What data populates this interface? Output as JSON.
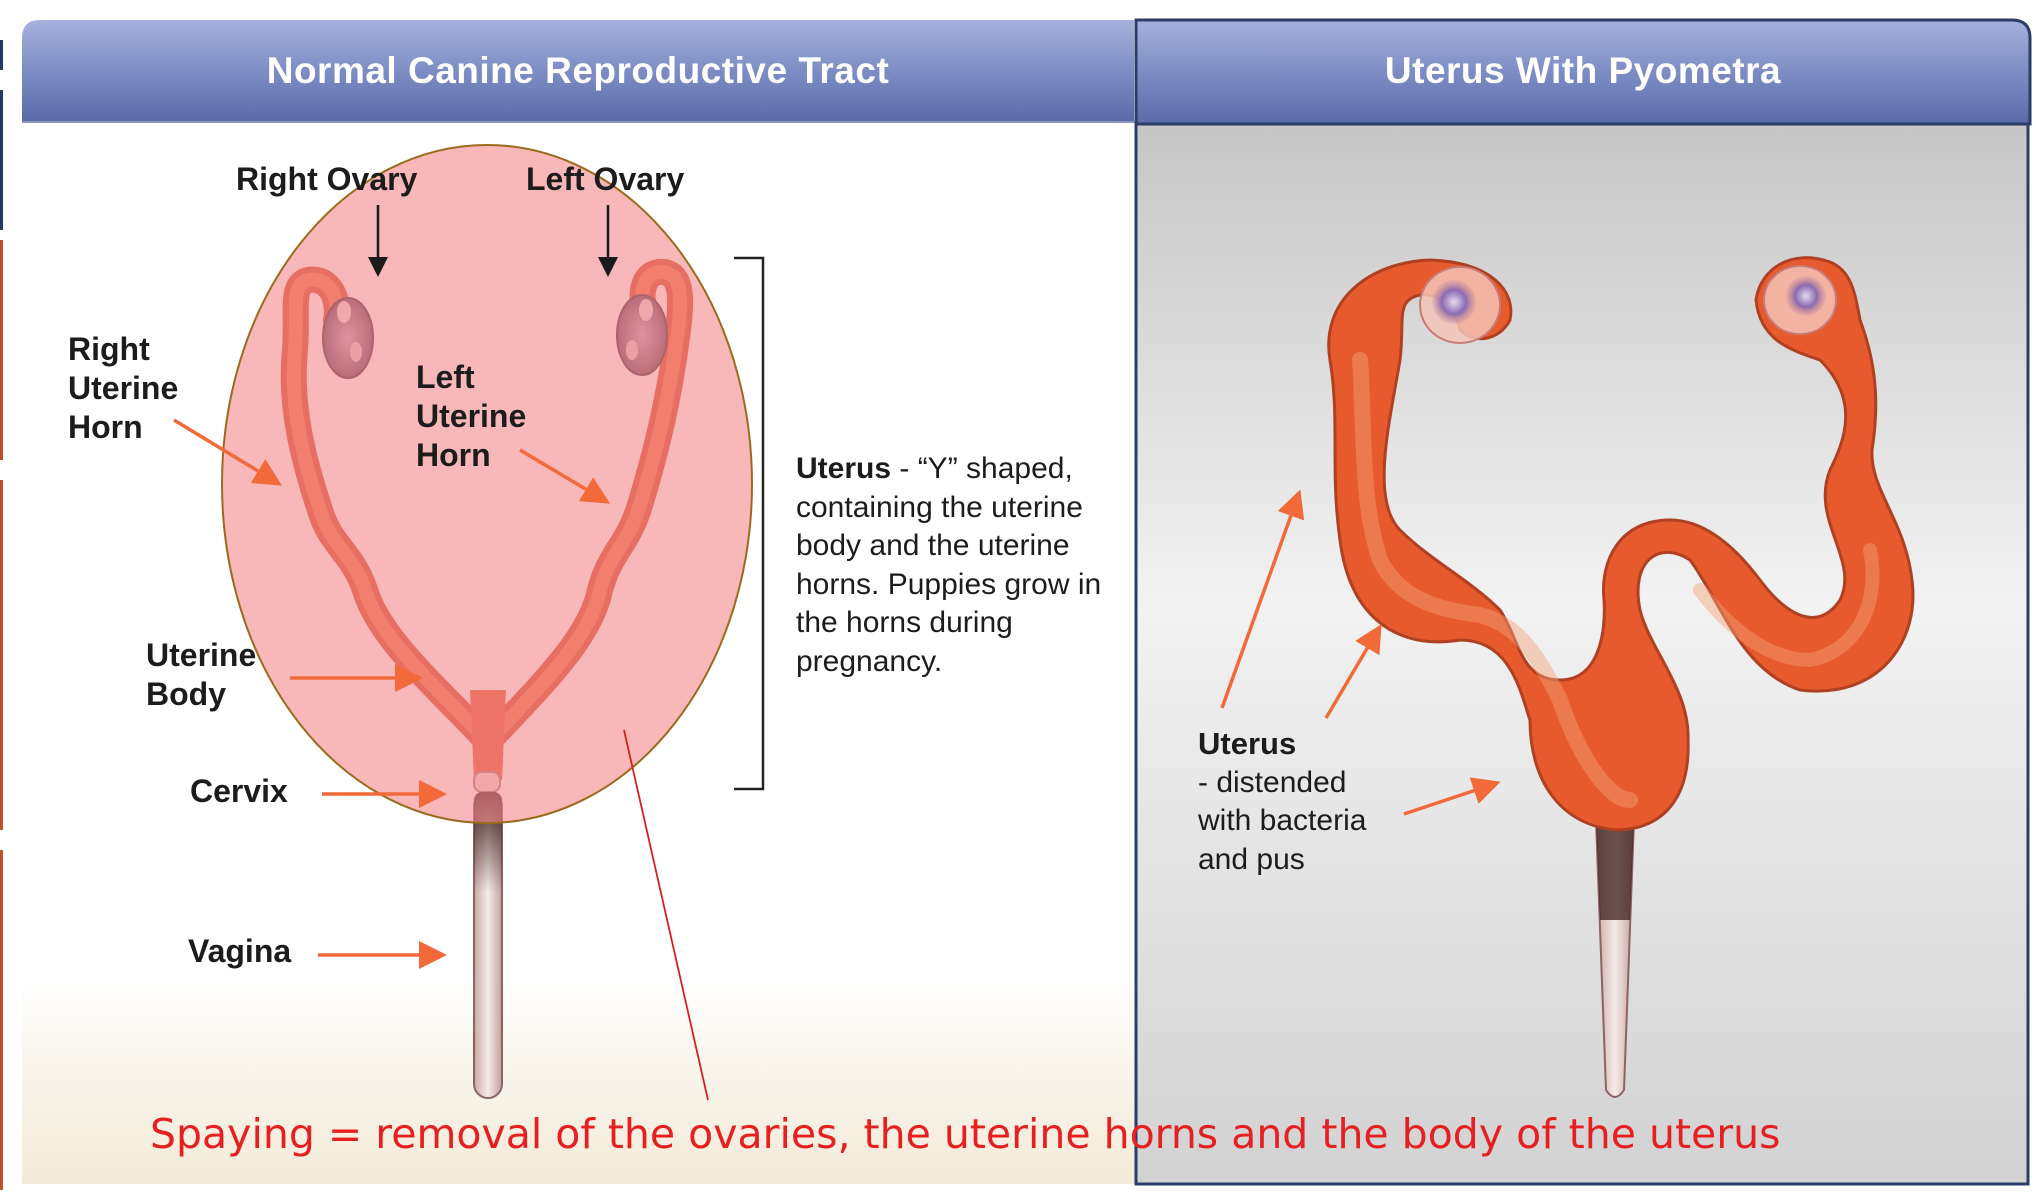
{
  "panels": {
    "left_title": "Normal Canine Reproductive Tract",
    "right_title": "Uterus With Pyometra"
  },
  "labels": {
    "right_ovary": "Right Ovary",
    "left_ovary": "Left Ovary",
    "right_uterine_horn": [
      "Right",
      "Uterine",
      "Horn"
    ],
    "left_uterine_horn": [
      "Left",
      "Uterine",
      "Horn"
    ],
    "uterine_body": [
      "Uterine",
      "Body"
    ],
    "cervix": "Cervix",
    "vagina": "Vagina"
  },
  "uterus_description": {
    "term": "Uterus",
    "text": " - “Y” shaped, containing the uterine body and the uterine horns. Puppies grow in the horns during pregnancy."
  },
  "pyometra_label": {
    "term": "Uterus",
    "lines": [
      "- distended",
      "with bacteria",
      "and pus"
    ]
  },
  "caption": "Spaying = removal of the ovaries, the uterine horns and the body of the uterus",
  "colors": {
    "header_blue": "#7587bf",
    "highlight_oval": "#f7a9aa",
    "oval_outline": "#9a6b1f",
    "arrow_orange": "#f26a3a",
    "caption_red": "#e62020",
    "uterus_orange": "#e8542a"
  }
}
